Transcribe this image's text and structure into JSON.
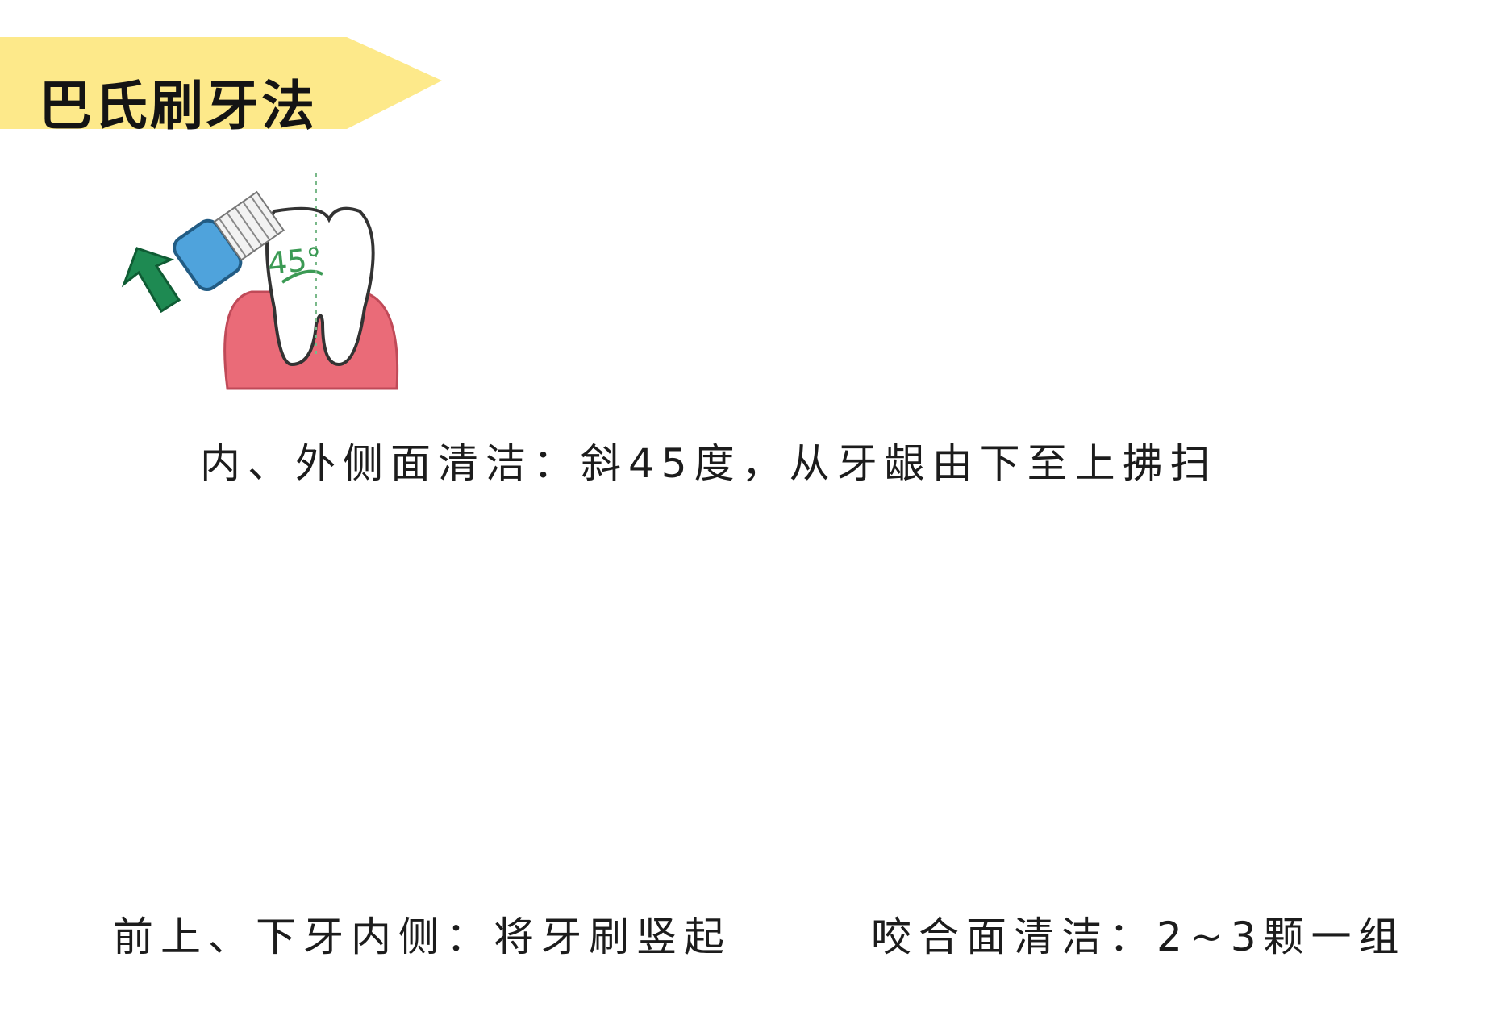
{
  "title": "巴氏刷牙法",
  "degree_label": "45°",
  "captions": {
    "inner_outer": "内、外侧面清洁：斜45度，从牙龈由下至上拂扫",
    "inner_front": "前上、下牙内侧：将牙刷竖起",
    "occlusal": "咬合面清洁：2~3颗一组"
  },
  "colors": {
    "banner": "#fde98a",
    "gum": "#ea6b78",
    "tooth": "#ffffff",
    "brush": "#4fa3dc",
    "arrow": "#1e8a52",
    "squiggle": "#fbe27a"
  }
}
